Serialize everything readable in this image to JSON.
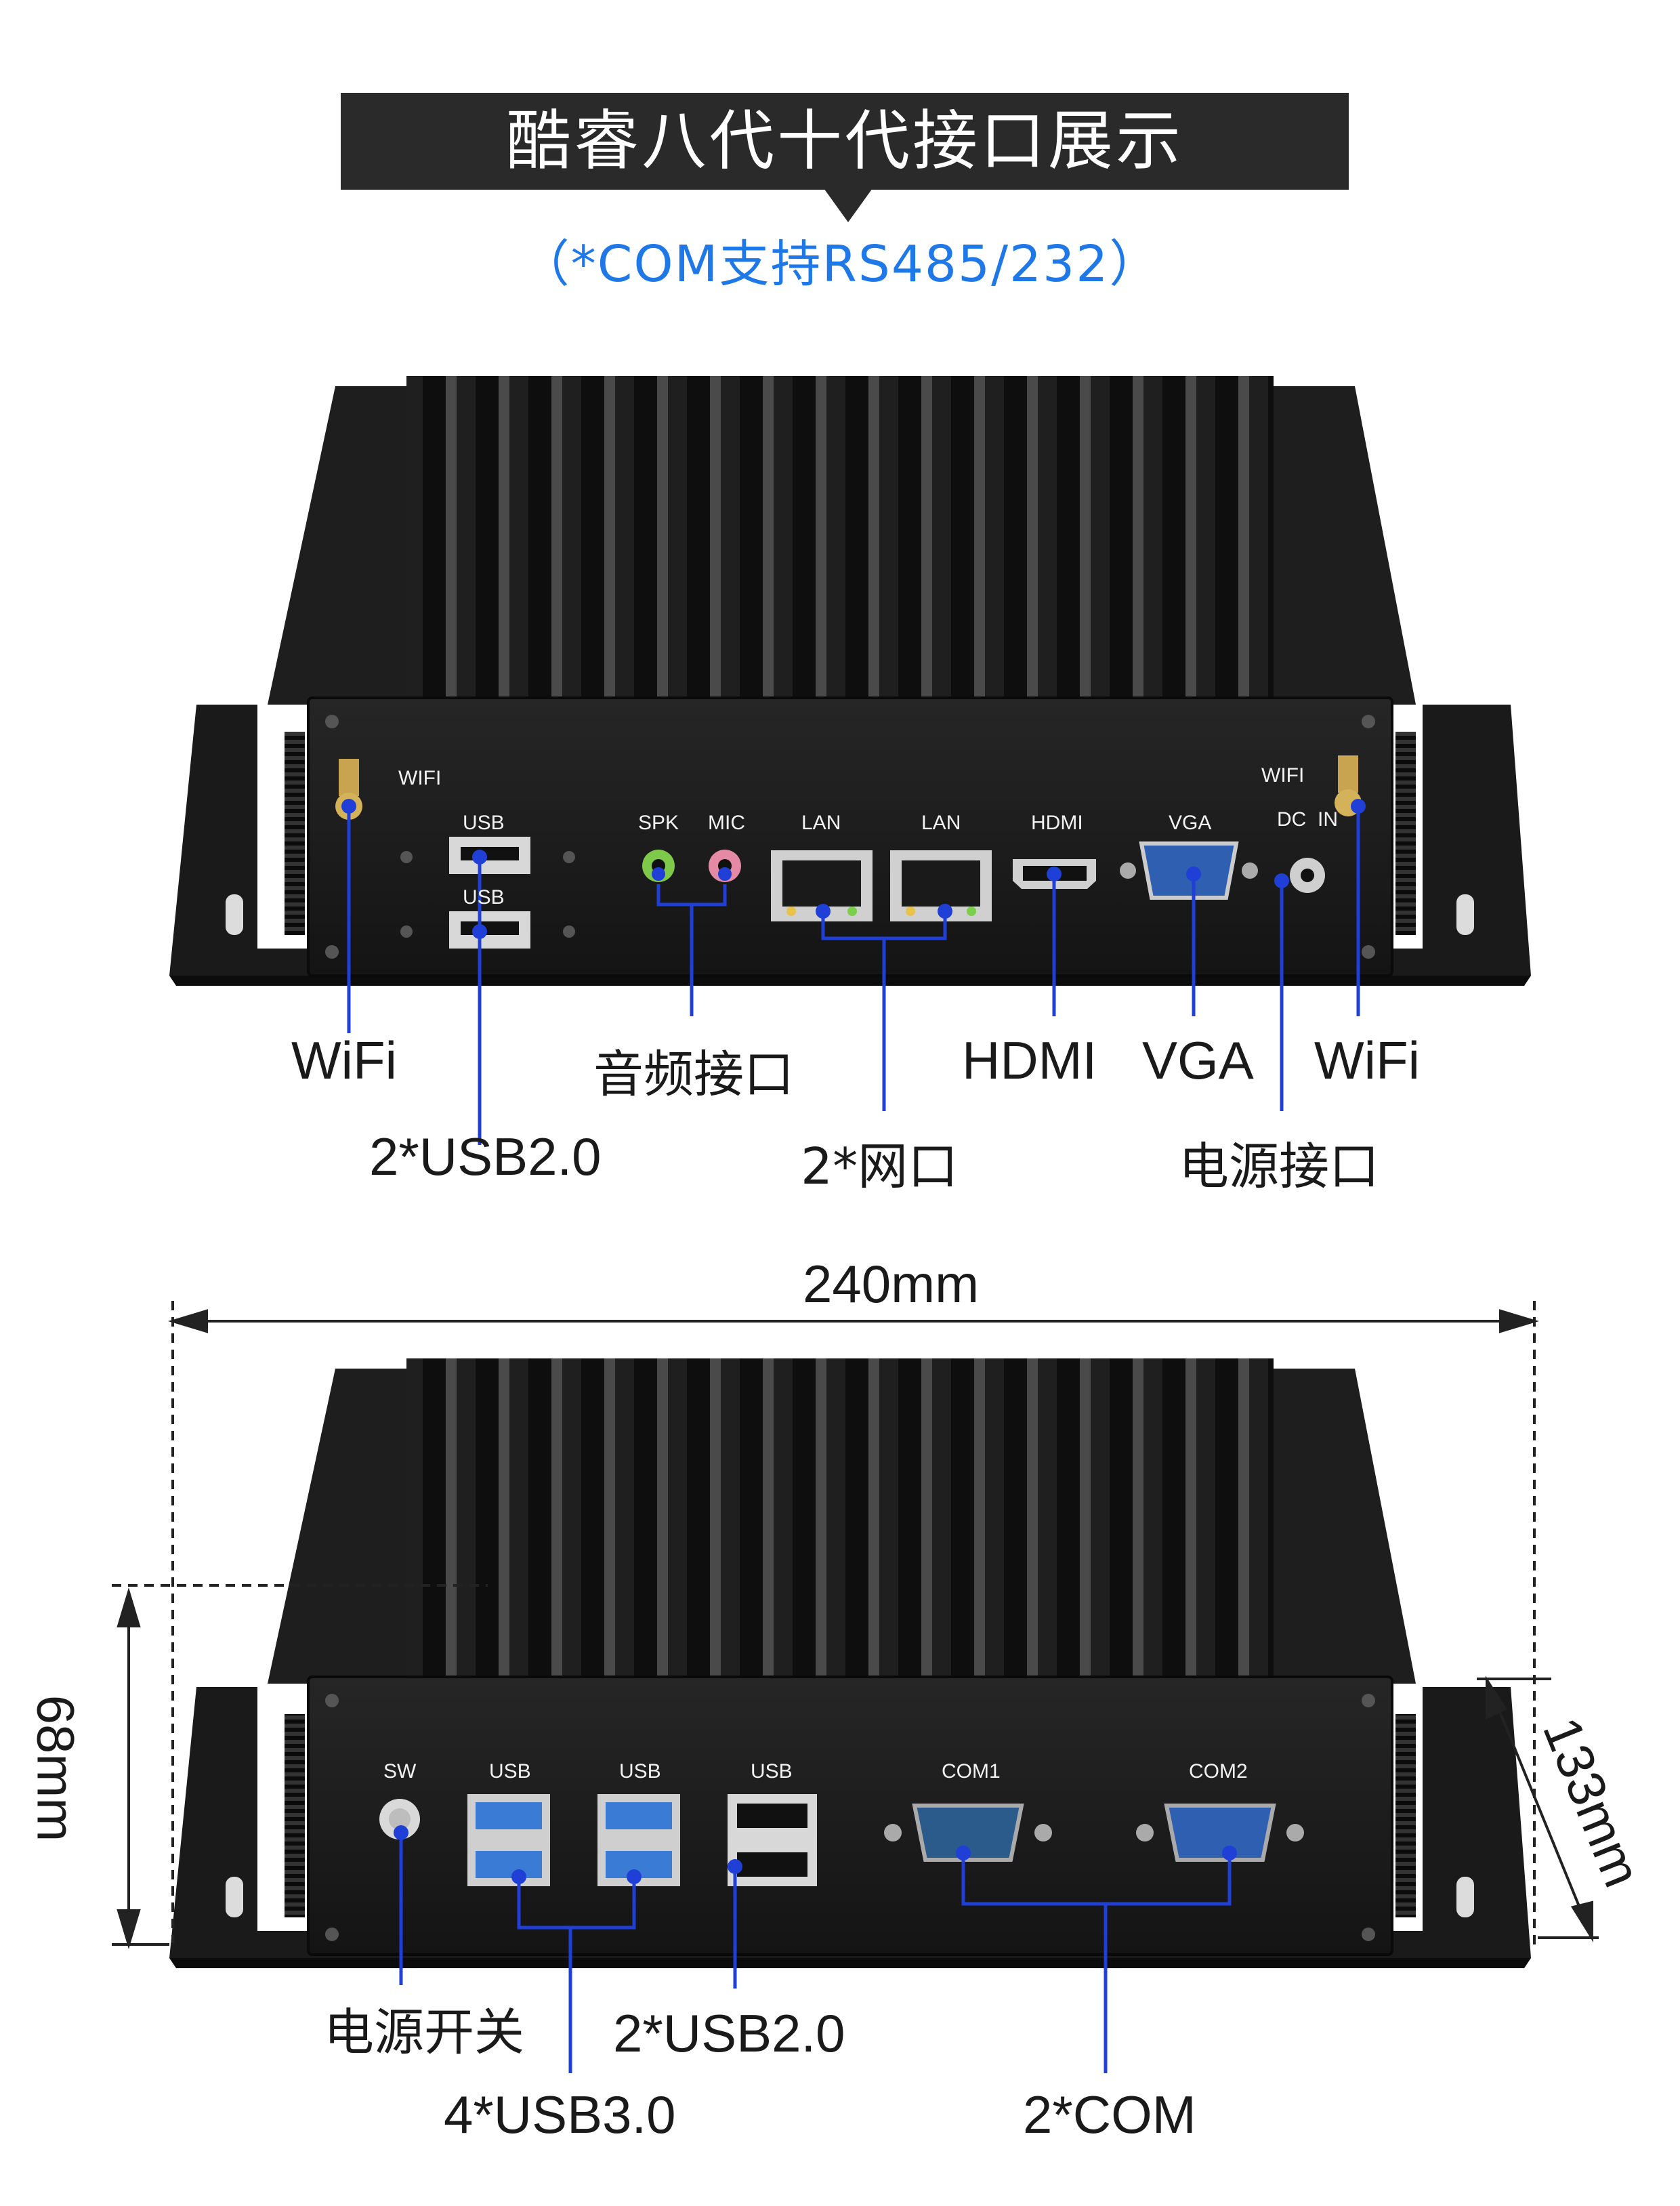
{
  "header": {
    "title": "酷睿八代十代接口展示",
    "subtitle": "（*COM支持RS485/232）"
  },
  "front_panel": {
    "port_labels": {
      "wifi_left": "WIFI",
      "usb_top": "USB",
      "usb_bottom": "USB",
      "spk": "SPK",
      "mic": "MIC",
      "lan1": "LAN",
      "lan2": "LAN",
      "hdmi": "HDMI",
      "vga": "VGA",
      "dc_in": "DC  IN",
      "wifi_right": "WIFI"
    },
    "callouts": {
      "wifi_left": "WiFi",
      "usb": "2*USB2.0",
      "audio": "音频接口",
      "lan": "2*网口",
      "hdmi": "HDMI",
      "vga": "VGA",
      "wifi_right": "WiFi",
      "power": "电源接口"
    }
  },
  "back_panel": {
    "port_labels": {
      "sw": "SW",
      "usb1": "USB",
      "usb2": "USB",
      "usb3": "USB",
      "com1": "COM1",
      "com2": "COM2"
    },
    "callouts": {
      "power_switch": "电源开关",
      "usb3": "4*USB3.0",
      "usb2": "2*USB2.0",
      "com": "2*COM"
    }
  },
  "dimensions": {
    "width": "240mm",
    "height": "68mm",
    "depth": "133mm"
  },
  "colors": {
    "banner": "#2a2a2a",
    "subtitle": "#1e78e8",
    "callout_line": "#1f3fd6",
    "device_body": "#1b1b1b",
    "usb3_blue": "#3a7bd5",
    "vga_blue": "#2f5fb0"
  }
}
